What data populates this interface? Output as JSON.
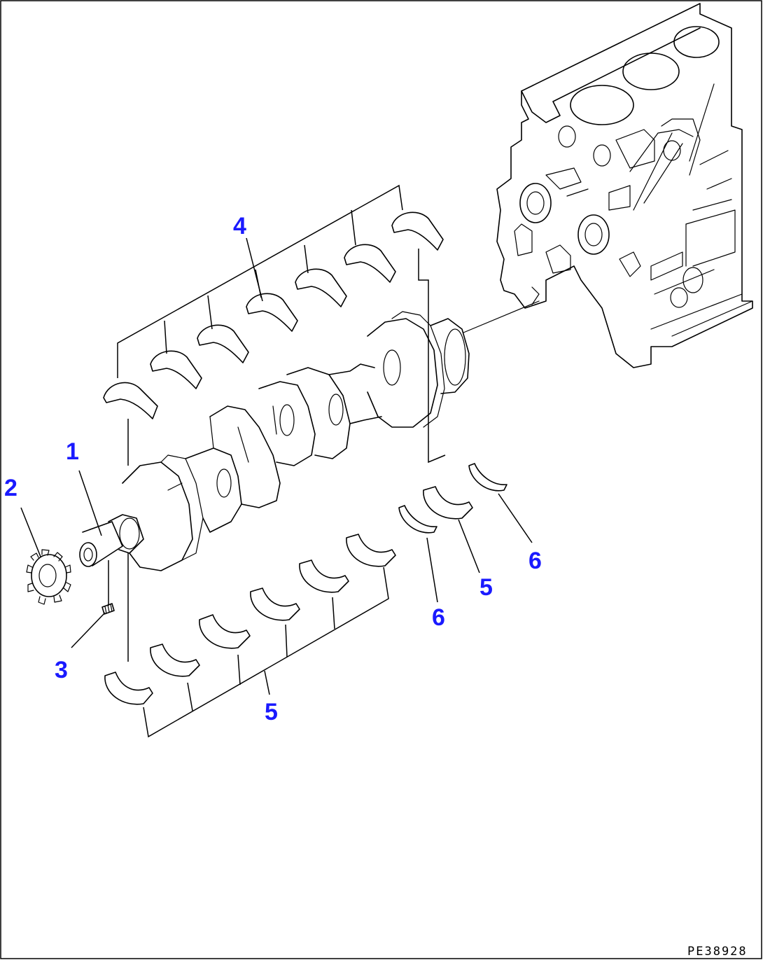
{
  "callouts": {
    "c1": "1",
    "c2": "2",
    "c3": "3",
    "c4": "4",
    "c5a": "5",
    "c5b": "5",
    "c6a": "6",
    "c6b": "6"
  },
  "drawing_code": "PE38928",
  "colors": {
    "callout": "#1a1aff",
    "line": "#000000",
    "background": "#ffffff"
  }
}
